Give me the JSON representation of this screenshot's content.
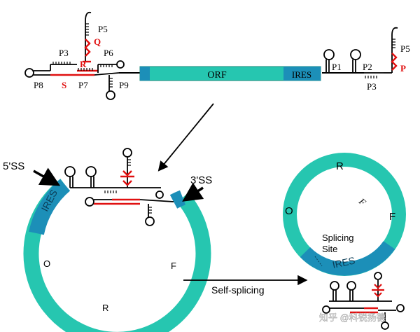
{
  "colors": {
    "teal": "#26c6b0",
    "blue": "#1c8fb8",
    "red": "#e01010",
    "black": "#000000"
  },
  "top": {
    "orf_label": "ORF",
    "ires_label": "IRES",
    "labels": {
      "p5_left": "P5",
      "q": "Q",
      "p3_left": "P3",
      "p6": "P6",
      "r": "R",
      "p8": "P8",
      "s": "S",
      "p7": "P7",
      "p9": "P9",
      "p1": "P1",
      "p2": "P2",
      "p3_right": "P3",
      "p5_right": "P5",
      "p_right": "P"
    }
  },
  "left_circle": {
    "ss5": "5'SS",
    "ss3": "3'SS",
    "ires": "IRES",
    "o": "O",
    "r": "R",
    "f": "F"
  },
  "arrow_label": "Self-splicing",
  "right_circle": {
    "r": "R",
    "f_rot": "F",
    "o": "O",
    "f": "F",
    "splicing_line1": "Splicing",
    "splicing_line2": "Site",
    "ires": "IRES"
  },
  "watermark": "知乎 @科锐扬德"
}
